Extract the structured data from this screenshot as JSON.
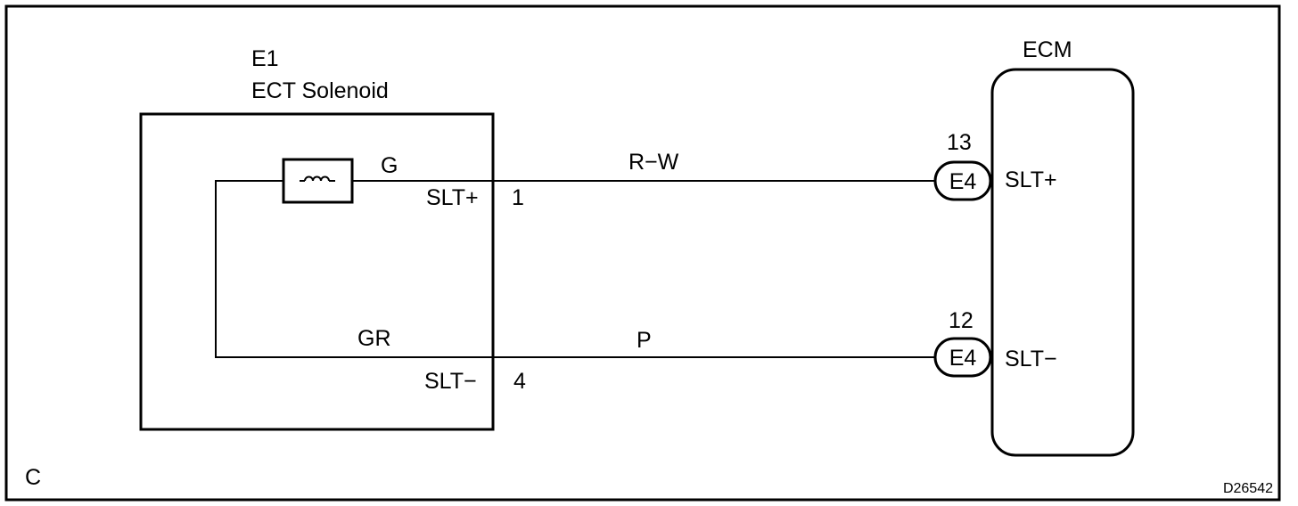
{
  "component": {
    "code": "E1",
    "name": "ECT Solenoid",
    "coil_icon": "solenoid-coil-icon"
  },
  "ecu": {
    "name": "ECM"
  },
  "wires": [
    {
      "color_inside": "G",
      "color_outside": "R−W",
      "signal_component": "SLT+",
      "pin_component": "1",
      "connector": "E4",
      "pin_ecu": "13",
      "signal_ecu": "SLT+"
    },
    {
      "color_inside": "GR",
      "color_outside": "P",
      "signal_component": "SLT−",
      "pin_component": "4",
      "connector": "E4",
      "pin_ecu": "12",
      "signal_ecu": "SLT−"
    }
  ],
  "section_letter": "C",
  "figure_id": "D26542"
}
